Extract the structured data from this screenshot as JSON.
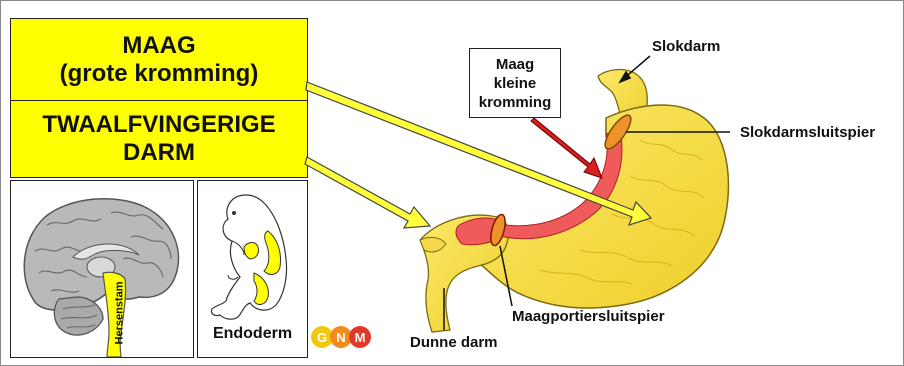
{
  "boxes": {
    "stomach": {
      "line1": "MAAG",
      "line2": "(grote kromming)"
    },
    "duodenum": {
      "line1": "TWAALFVINGERIGE",
      "line2": "DARM"
    }
  },
  "callout": {
    "line1": "Maag",
    "line2": "kleine",
    "line3": "kromming"
  },
  "labels": {
    "esophagus": "Slokdarm",
    "esophageal_sphincter": "Slokdarmsluitspier",
    "pyloric_sphincter": "Maagportiersluitspier",
    "small_intestine": "Dunne darm"
  },
  "thumbnails": {
    "brainstem": "Hersenstam",
    "endoderm": "Endoderm"
  },
  "logo": {
    "letters": [
      "G",
      "N",
      "M"
    ]
  },
  "colors": {
    "highlight_yellow": "#ffff00",
    "stomach_yellow": "#f5dc3c",
    "mucosa_red": "#ef5a5a",
    "arrow_red": "#d81e1e",
    "sphincter_orange": "#f0922a",
    "logo_yellow": "#f2c80f",
    "logo_orange": "#f28a1e",
    "logo_red": "#e03a2a"
  }
}
